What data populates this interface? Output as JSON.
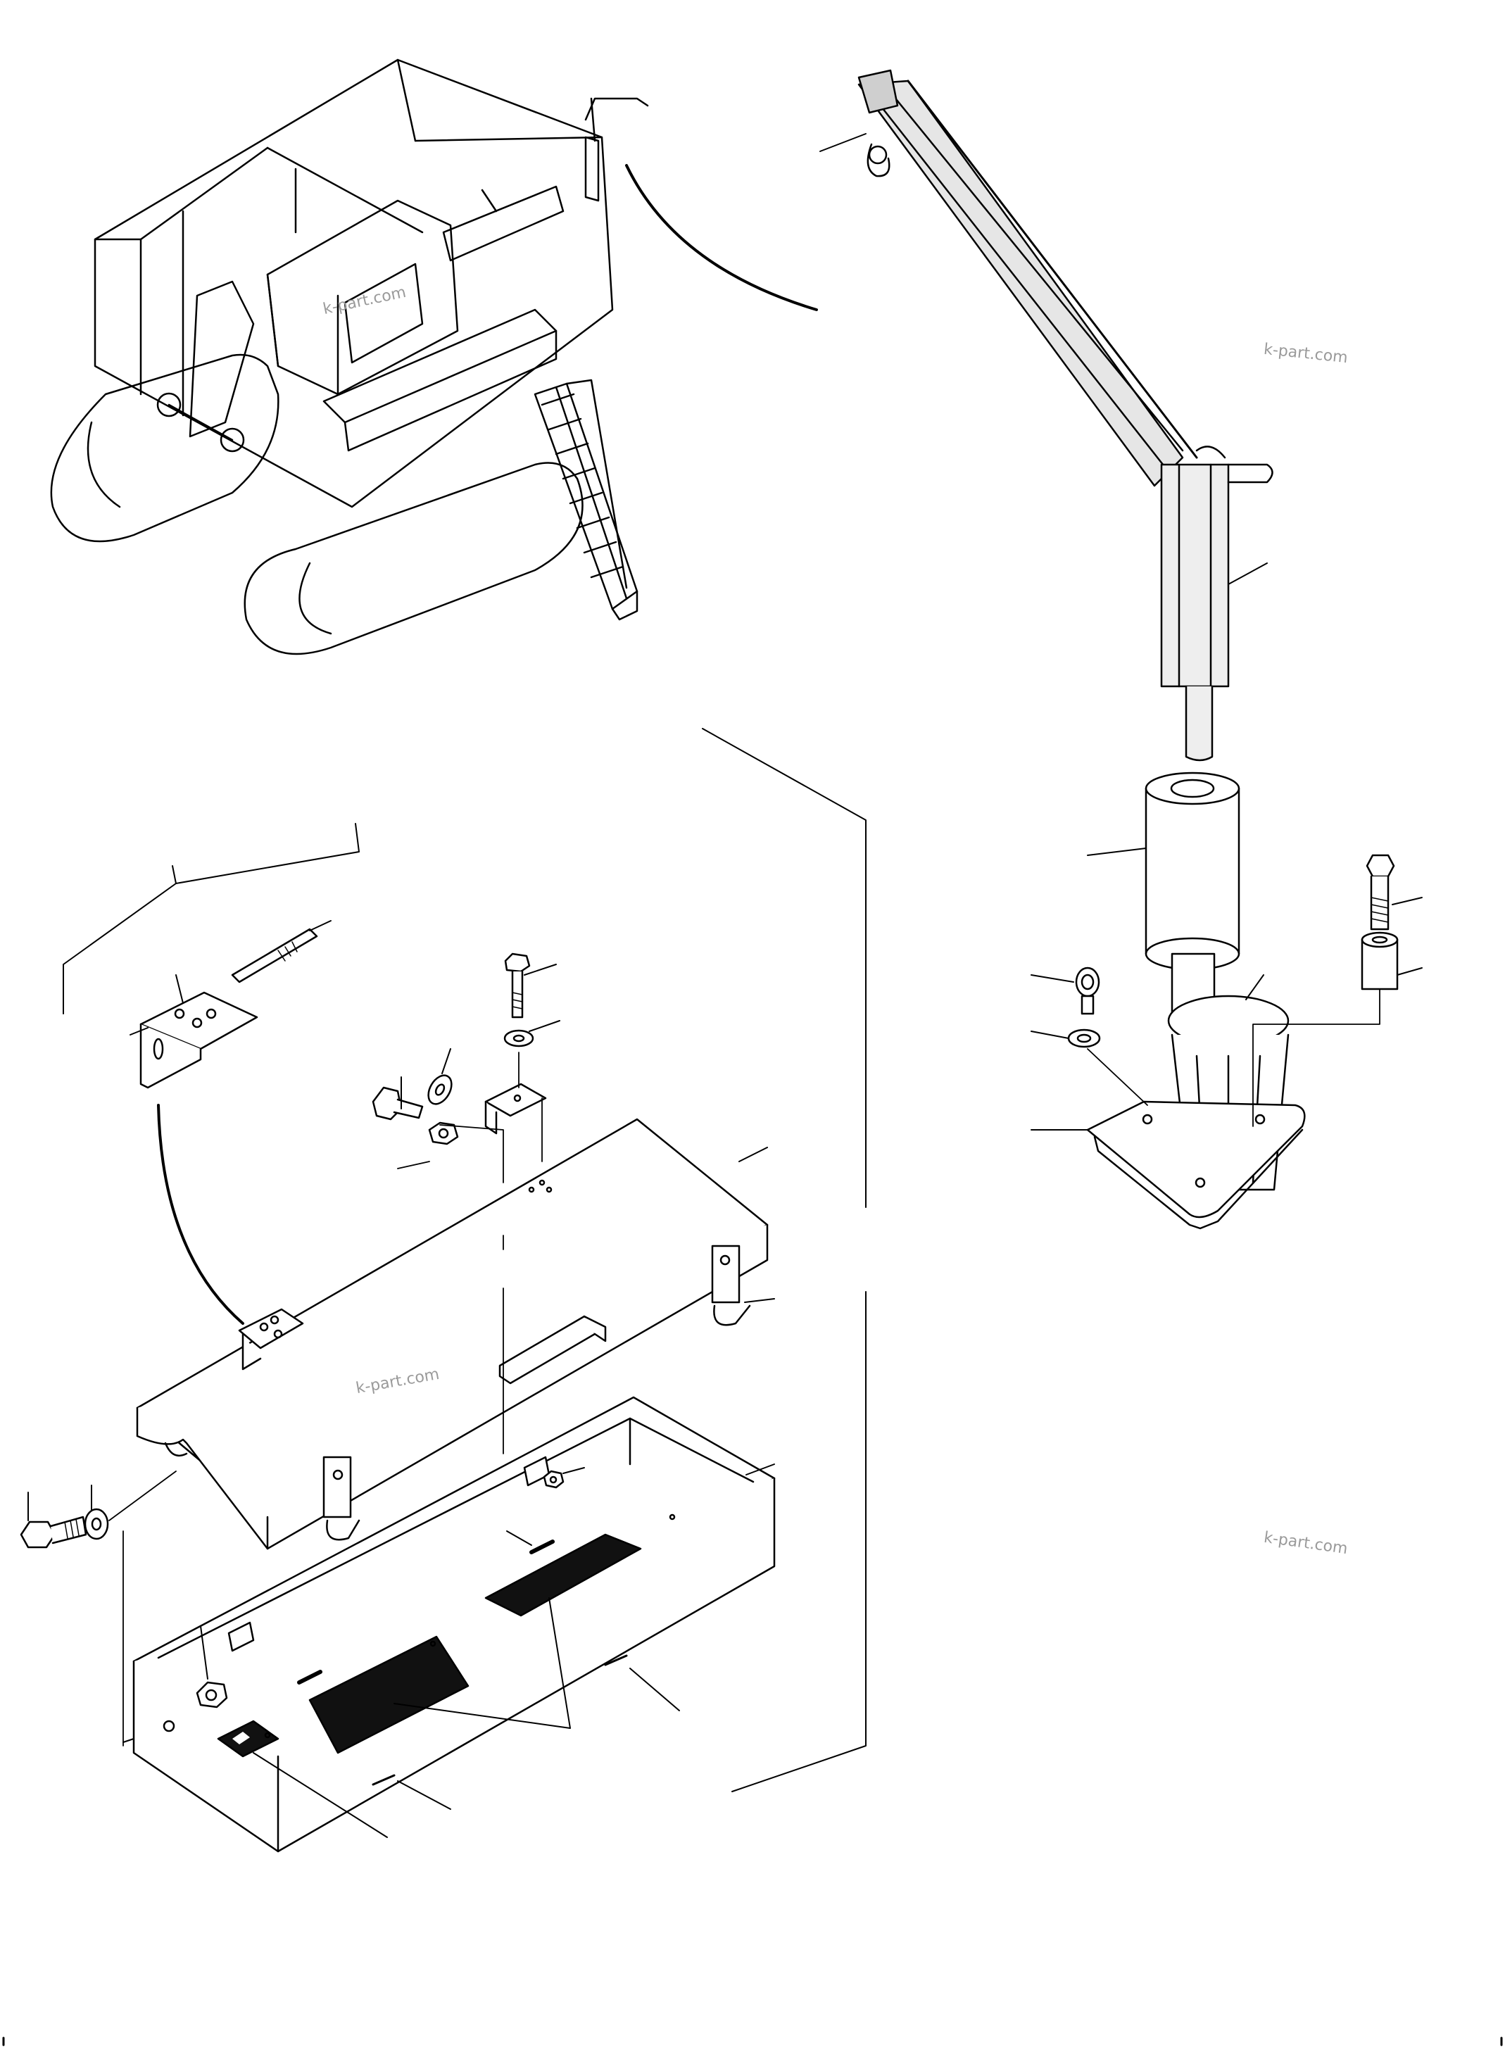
{
  "watermarks": [
    {
      "id": "wm-excavator",
      "text": "k-part.com"
    },
    {
      "id": "wm-crane",
      "text": "k-part.com"
    },
    {
      "id": "wm-toolbox",
      "text": "k-part.com"
    },
    {
      "id": "wm-bottom-right",
      "text": "k-part.com"
    }
  ],
  "colors": {
    "line": "#000000",
    "fill": "#ffffff",
    "dark": "#111111",
    "watermark": "#9a9a9a"
  }
}
